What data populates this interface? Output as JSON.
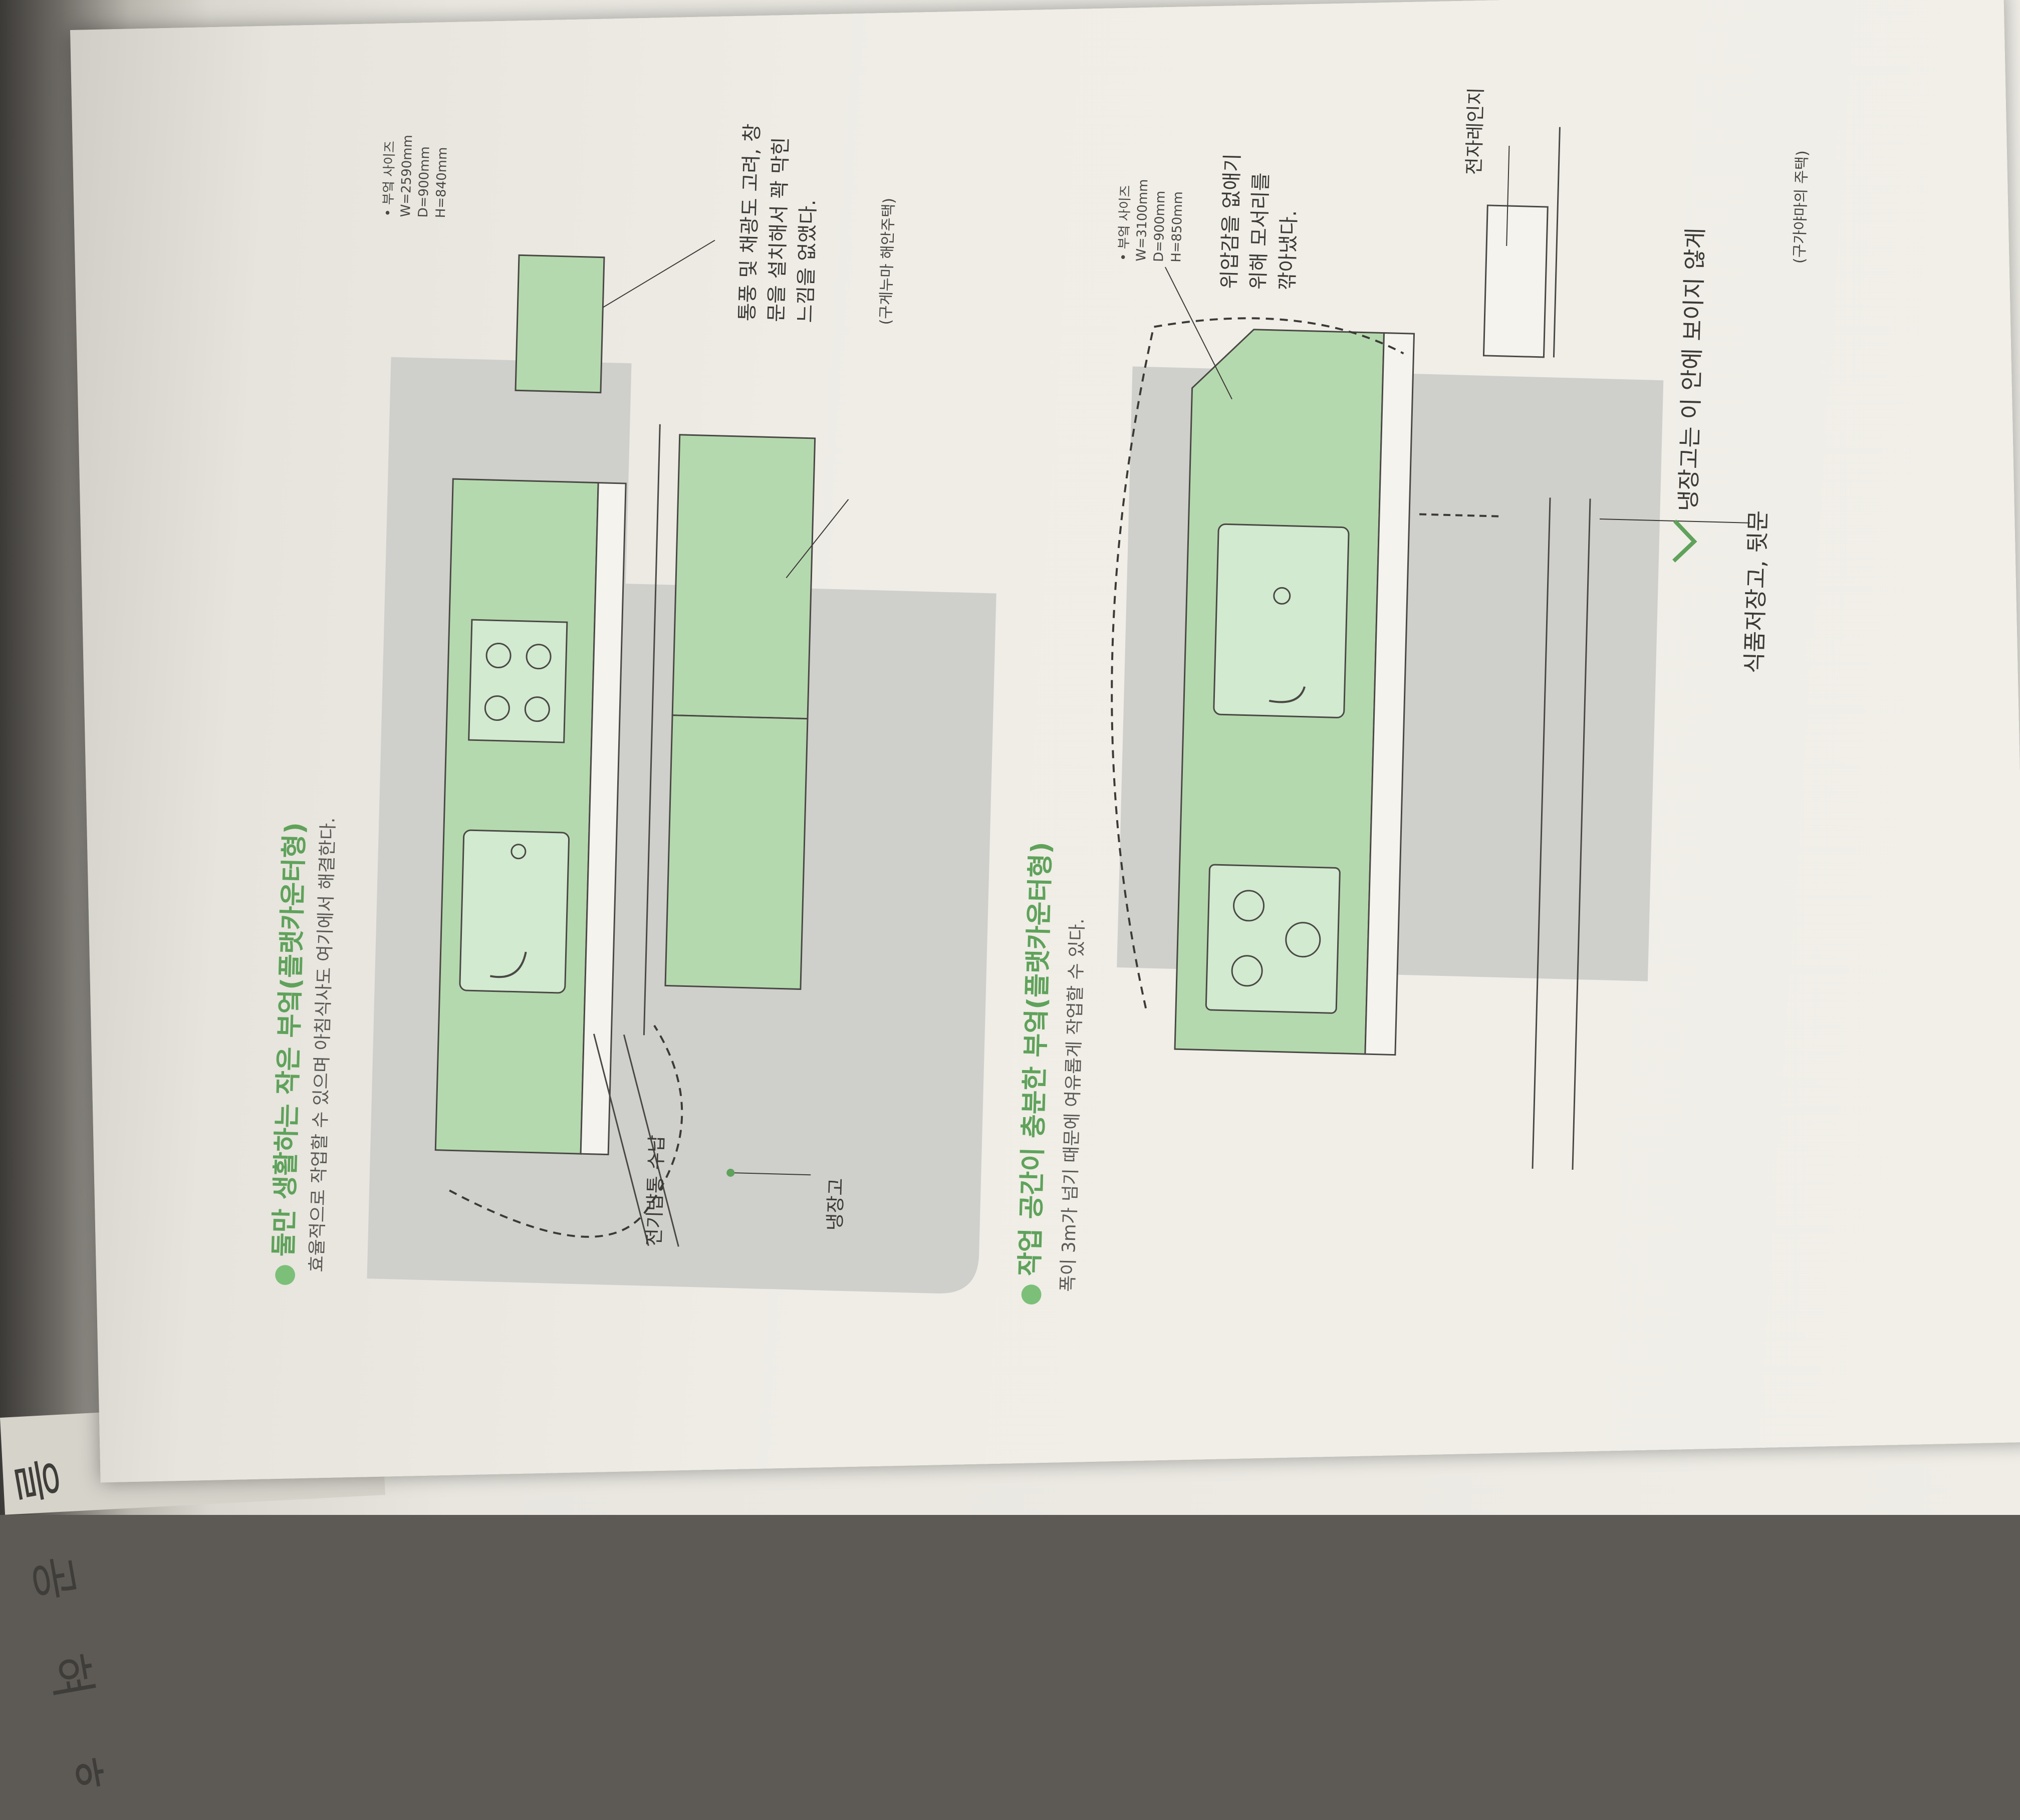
{
  "section1": {
    "title": "둘만 생활하는 작은 부엌(플랫카운터형)",
    "subtitle": "효율적으로 작업할 수 있으며 아침식사도 여기에서 해결한다.",
    "size_spec": "• 부엌 사이즈\nW=2590mm\nD=900mm\nH=840mm",
    "note": "통풍 및 채광도 고려, 창\n문을 설치해서 꽉 막힌\n느낌을 없앴다.",
    "label_rice_cooker": "전기밥통 수납",
    "label_fridge": "냉장고",
    "credit": "(구게누마 해안주택)"
  },
  "section2": {
    "title": "작업 공간이 충분한 부엌(플랫카운터형)",
    "subtitle": "폭이 3m가 넘기 때문에 여유롭게 작업할 수 있다.",
    "size_spec": "• 부엌 사이즈\nW=3100mm\nD=900mm\nH=850mm",
    "note": "위압감을 없애기\n위해 모서리를\n깎아냈다.",
    "label_microwave": "전자레인지",
    "label_fridge_hidden": "냉장고는 이 안에 보이지 않게",
    "label_pantry": "식품저장고, 뒷문",
    "credit": "(구가야마의 주택)"
  },
  "facing_page_glyphs": "을 공 혀 ㅎ",
  "colors": {
    "green_fill": "#b5d9ae",
    "green_title": "#5fa25b",
    "floor_gray": "#cfcfcc",
    "ink": "#3c3a37"
  }
}
